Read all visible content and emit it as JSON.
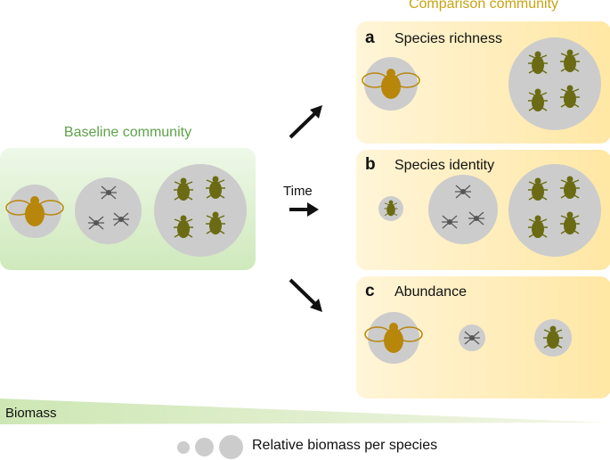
{
  "baseline": {
    "title": "Baseline community"
  },
  "comparison": {
    "title": "Comparison community"
  },
  "panels": [
    {
      "letter": "a",
      "label": "Species richness"
    },
    {
      "letter": "b",
      "label": "Species identity"
    },
    {
      "letter": "c",
      "label": "Abundance"
    }
  ],
  "time_label": "Time",
  "biomass_label": "Biomass",
  "legend_label": "Relative biomass per species",
  "colors": {
    "baseline_green": "#5ea24a",
    "comparison_gold": "#c9a312",
    "bee": "#b8860b",
    "beetle": "#6b6b14",
    "spider": "#555555",
    "circle": "#cccccc"
  }
}
